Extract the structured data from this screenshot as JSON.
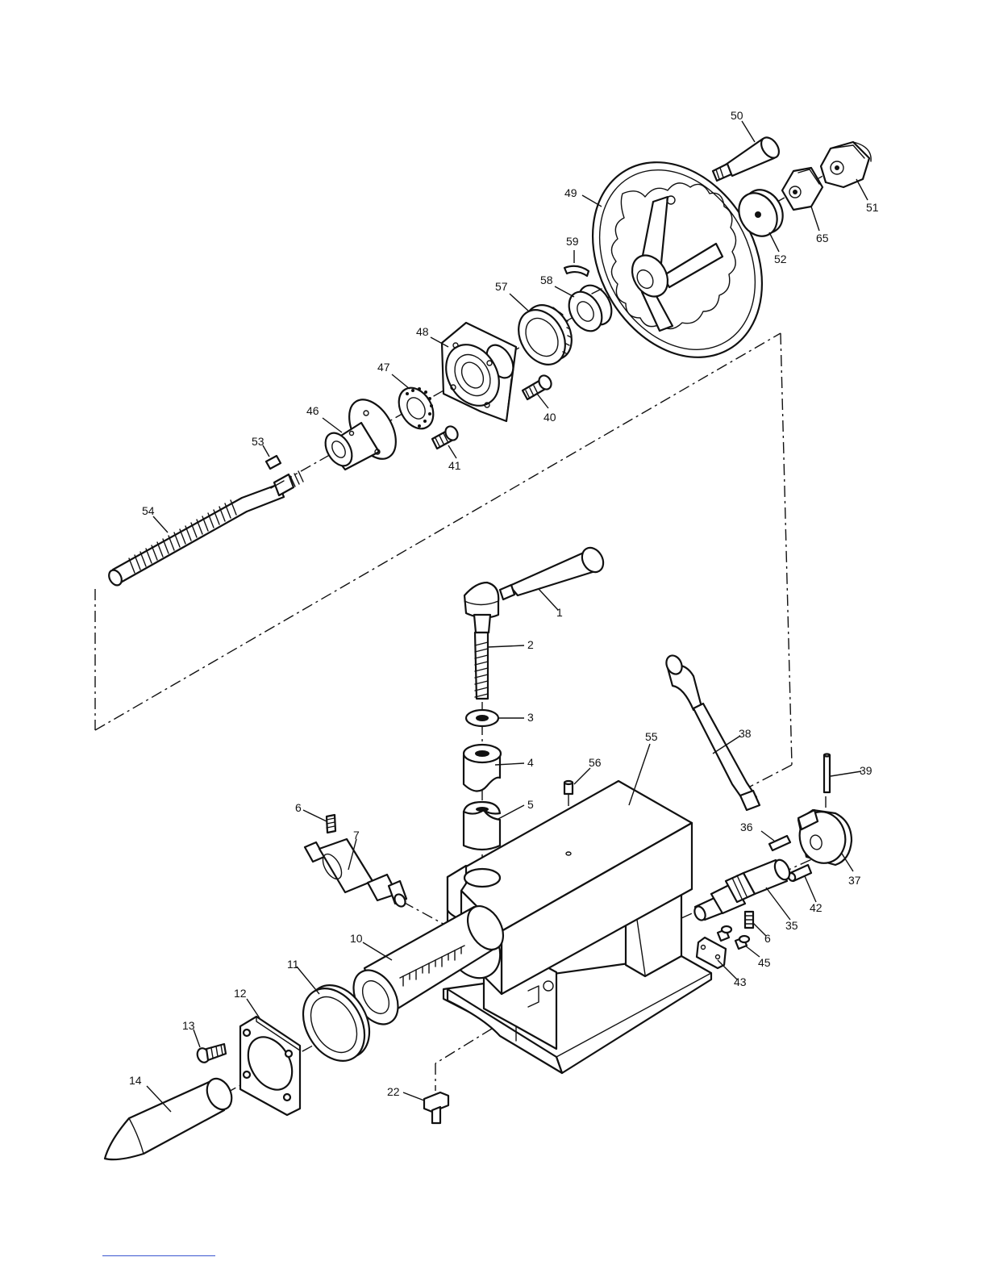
{
  "diagram": {
    "labels": {
      "p50": "50",
      "p51": "51",
      "p65": "65",
      "p52": "52",
      "p49": "49",
      "p59": "59",
      "p58": "58",
      "p57": "57",
      "p48": "48",
      "p47": "47",
      "p40": "40",
      "p46": "46",
      "p41": "41",
      "p53": "53",
      "p54": "54",
      "p1": "1",
      "p2": "2",
      "p3": "3",
      "p4": "4",
      "p5": "5",
      "p55": "55",
      "p56": "56",
      "p38": "38",
      "p39": "39",
      "p36": "36",
      "p37": "37",
      "p6a": "6",
      "p7": "7",
      "p42": "42",
      "p35": "35",
      "p6b": "6",
      "p10": "10",
      "p11": "11",
      "p12": "12",
      "p13": "13",
      "p14": "14",
      "p45": "45",
      "p43": "43",
      "p22": "22"
    }
  },
  "colors": {
    "ink": "#111111",
    "footer_rule": "#3a56d0"
  }
}
